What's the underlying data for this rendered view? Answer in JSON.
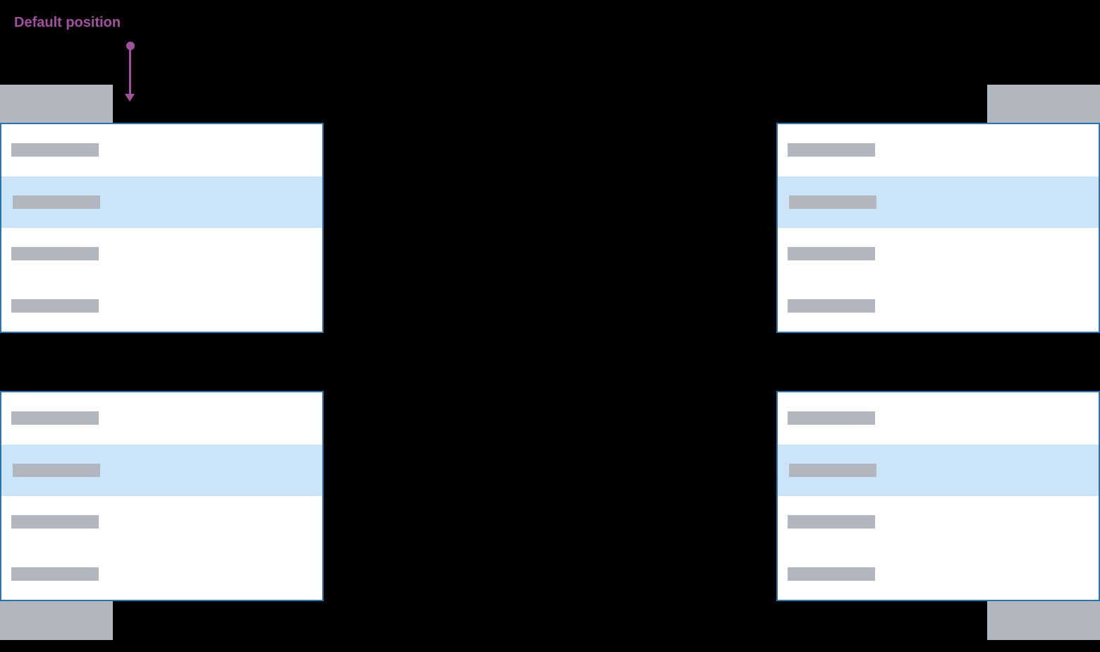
{
  "annotation": {
    "label": "Default position"
  },
  "colors": {
    "background": "#000000",
    "panel_bg": "#ffffff",
    "panel_border": "#2b73ad",
    "highlight": "#cbe4f7",
    "bar": "#b2b6bf",
    "trigger": "#b2b6bf",
    "annotation": "#a0519e"
  },
  "dropdowns": [
    {
      "id": "top-left",
      "menu_opens": "below",
      "aligned": "left",
      "items": [
        {
          "highlighted": false
        },
        {
          "highlighted": true
        },
        {
          "highlighted": false
        },
        {
          "highlighted": false
        }
      ]
    },
    {
      "id": "top-right",
      "menu_opens": "below",
      "aligned": "right",
      "items": [
        {
          "highlighted": false
        },
        {
          "highlighted": true
        },
        {
          "highlighted": false
        },
        {
          "highlighted": false
        }
      ]
    },
    {
      "id": "bottom-left",
      "menu_opens": "above",
      "aligned": "left",
      "items": [
        {
          "highlighted": false
        },
        {
          "highlighted": true
        },
        {
          "highlighted": false
        },
        {
          "highlighted": false
        }
      ]
    },
    {
      "id": "bottom-right",
      "menu_opens": "above",
      "aligned": "right",
      "items": [
        {
          "highlighted": false
        },
        {
          "highlighted": true
        },
        {
          "highlighted": false
        },
        {
          "highlighted": false
        }
      ]
    }
  ]
}
